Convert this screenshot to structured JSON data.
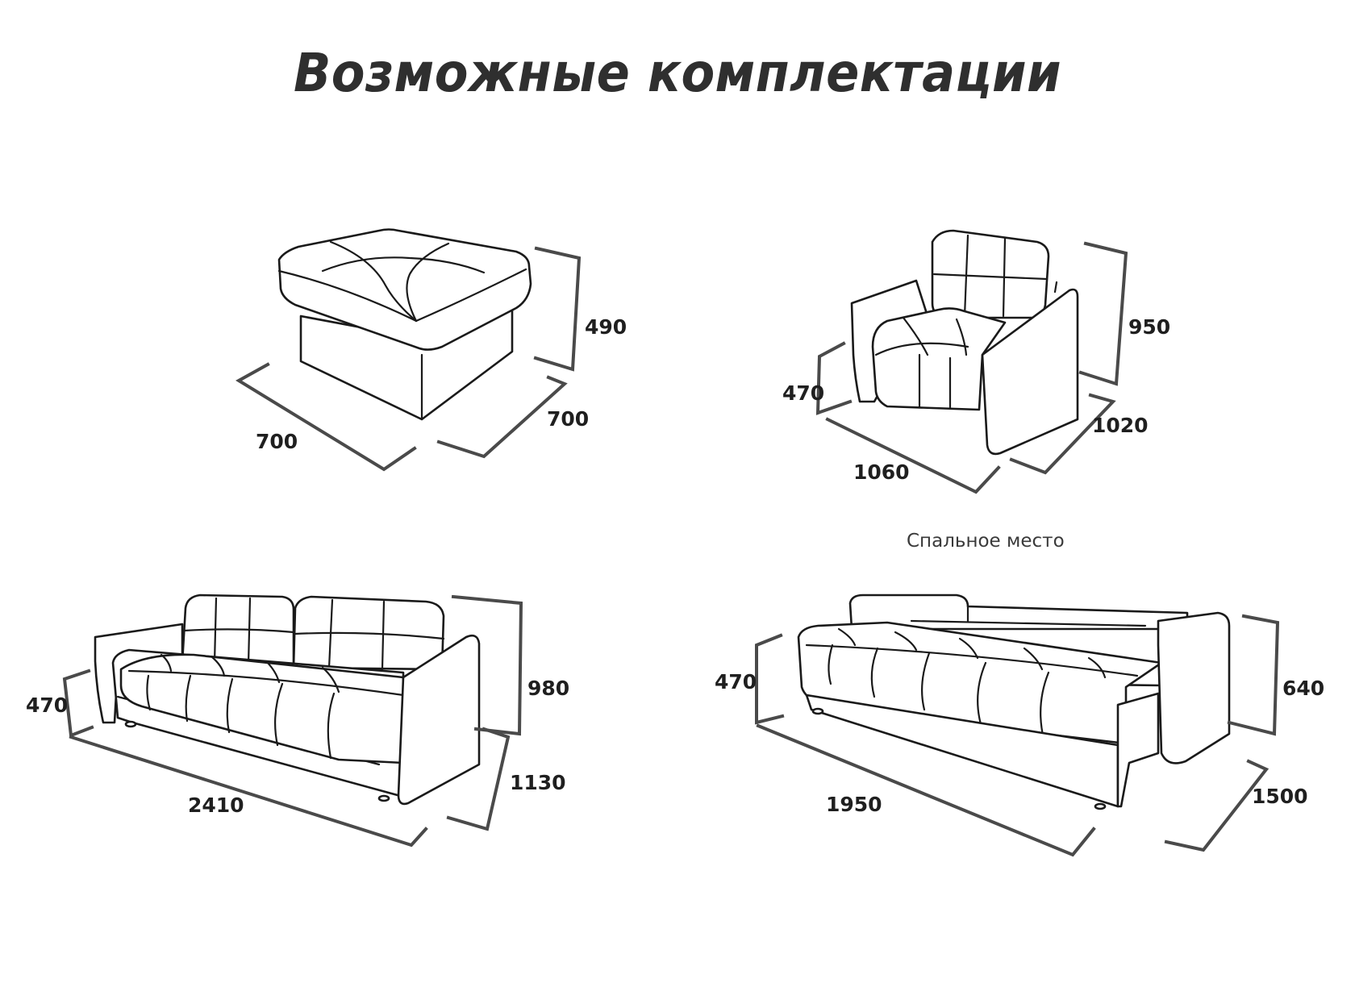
{
  "title": "Возможные комплектации",
  "items": {
    "pouf": {
      "depth": "700",
      "width": "700",
      "height": "490"
    },
    "armchair": {
      "seat_height": "470",
      "height": "950",
      "depth": "1020",
      "width": "1060"
    },
    "sofa": {
      "seat_height": "470",
      "height": "980",
      "depth": "1130",
      "width": "2410"
    },
    "bed": {
      "caption": "Спальное место",
      "height": "470",
      "backrest_height": "640",
      "length": "1950",
      "width": "1500"
    }
  },
  "colors": {
    "line": "#1a1a1a",
    "dimension": "#4a4a4a",
    "text": "#2f2f2f"
  }
}
